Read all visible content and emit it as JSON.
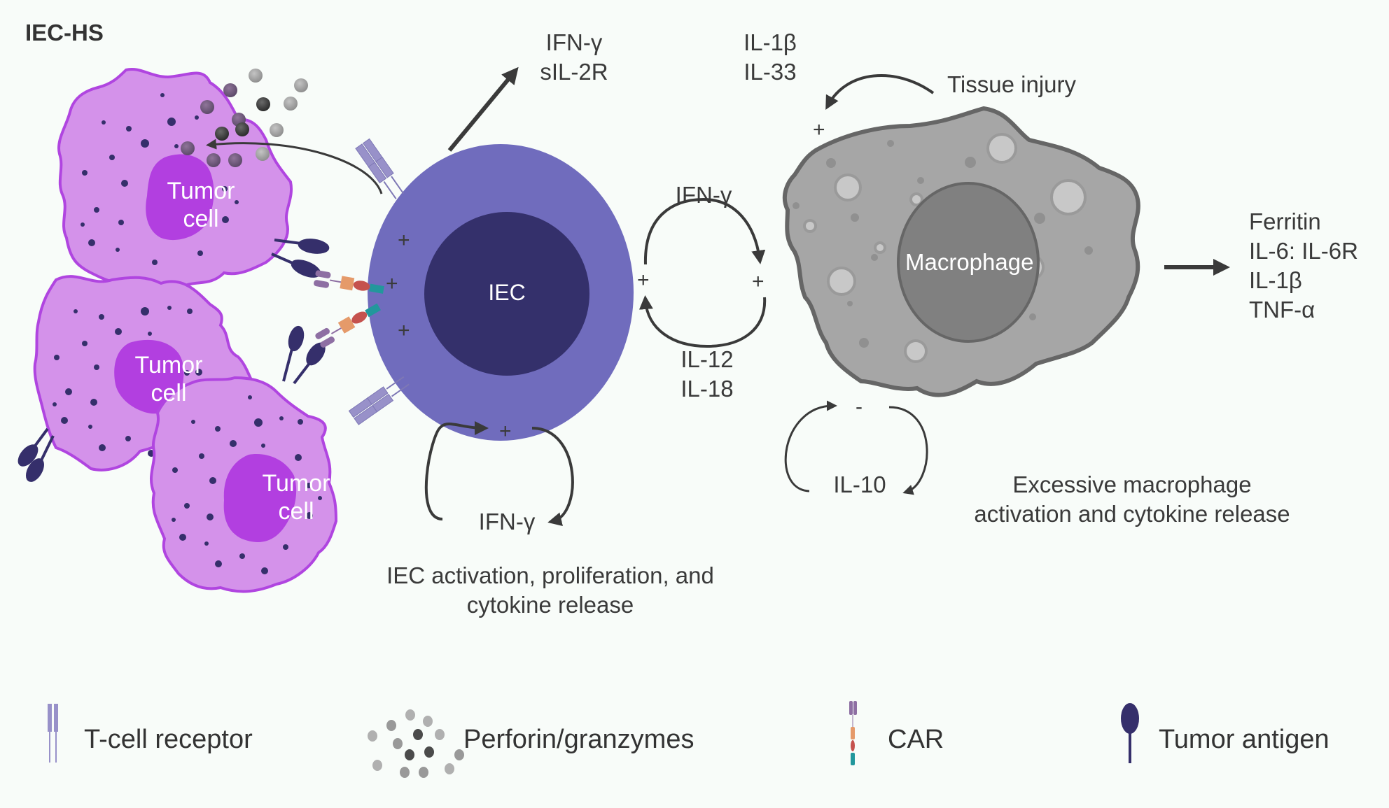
{
  "figure": {
    "title": "IEC-HS",
    "cells": {
      "tumor_label": "Tumor\ncell",
      "iec_label": "IEC",
      "macrophage_label": "Macrophage"
    },
    "labels": {
      "iec_output": [
        "IFN-γ",
        "sIL-2R"
      ],
      "macrophage_input": [
        "IL-1β",
        "IL-33"
      ],
      "tissue_injury": "Tissue injury",
      "ifn_gamma_to_macrophage": "IFN-γ",
      "macrophage_to_iec": [
        "IL-12",
        "IL-18"
      ],
      "autocrine_iec": "IFN-γ",
      "autocrine_macrophage": "IL-10",
      "macrophage_output": [
        "Ferritin",
        "IL-6: IL-6R",
        "IL-1β",
        "TNF-α"
      ],
      "iec_caption": [
        "IEC activation, proliferation, and",
        "cytokine release"
      ],
      "macrophage_caption": [
        "Excessive macrophage",
        "activation and cytokine release"
      ]
    },
    "signs": {
      "plus": "+",
      "minus": "-"
    }
  },
  "legend": [
    {
      "icon": "t-cell-receptor-icon",
      "label": "T-cell receptor"
    },
    {
      "icon": "perforin-granzymes-icon",
      "label": "Perforin/granzymes"
    },
    {
      "icon": "car-icon",
      "label": "CAR"
    },
    {
      "icon": "tumor-antigen-icon",
      "label": "Tumor antigen"
    }
  ],
  "colors": {
    "tumor_cytoplasm": "#d492ea",
    "tumor_outline": "#b045e0",
    "tumor_nucleus": "#b23fe0",
    "tumor_dots": "#352f6b",
    "iec_outer": "#706cbd",
    "iec_nucleus": "#34306b",
    "macrophage_body": "#a6a6a6",
    "macrophage_outline": "#666666",
    "macrophage_nucleus": "#808080",
    "arrow": "#3a3a3a",
    "tcr": "#9891c9",
    "car_top": "#8e6fa3",
    "car_mid": "#e59a6a",
    "car_red": "#c5524e",
    "car_teal": "#22979c"
  }
}
